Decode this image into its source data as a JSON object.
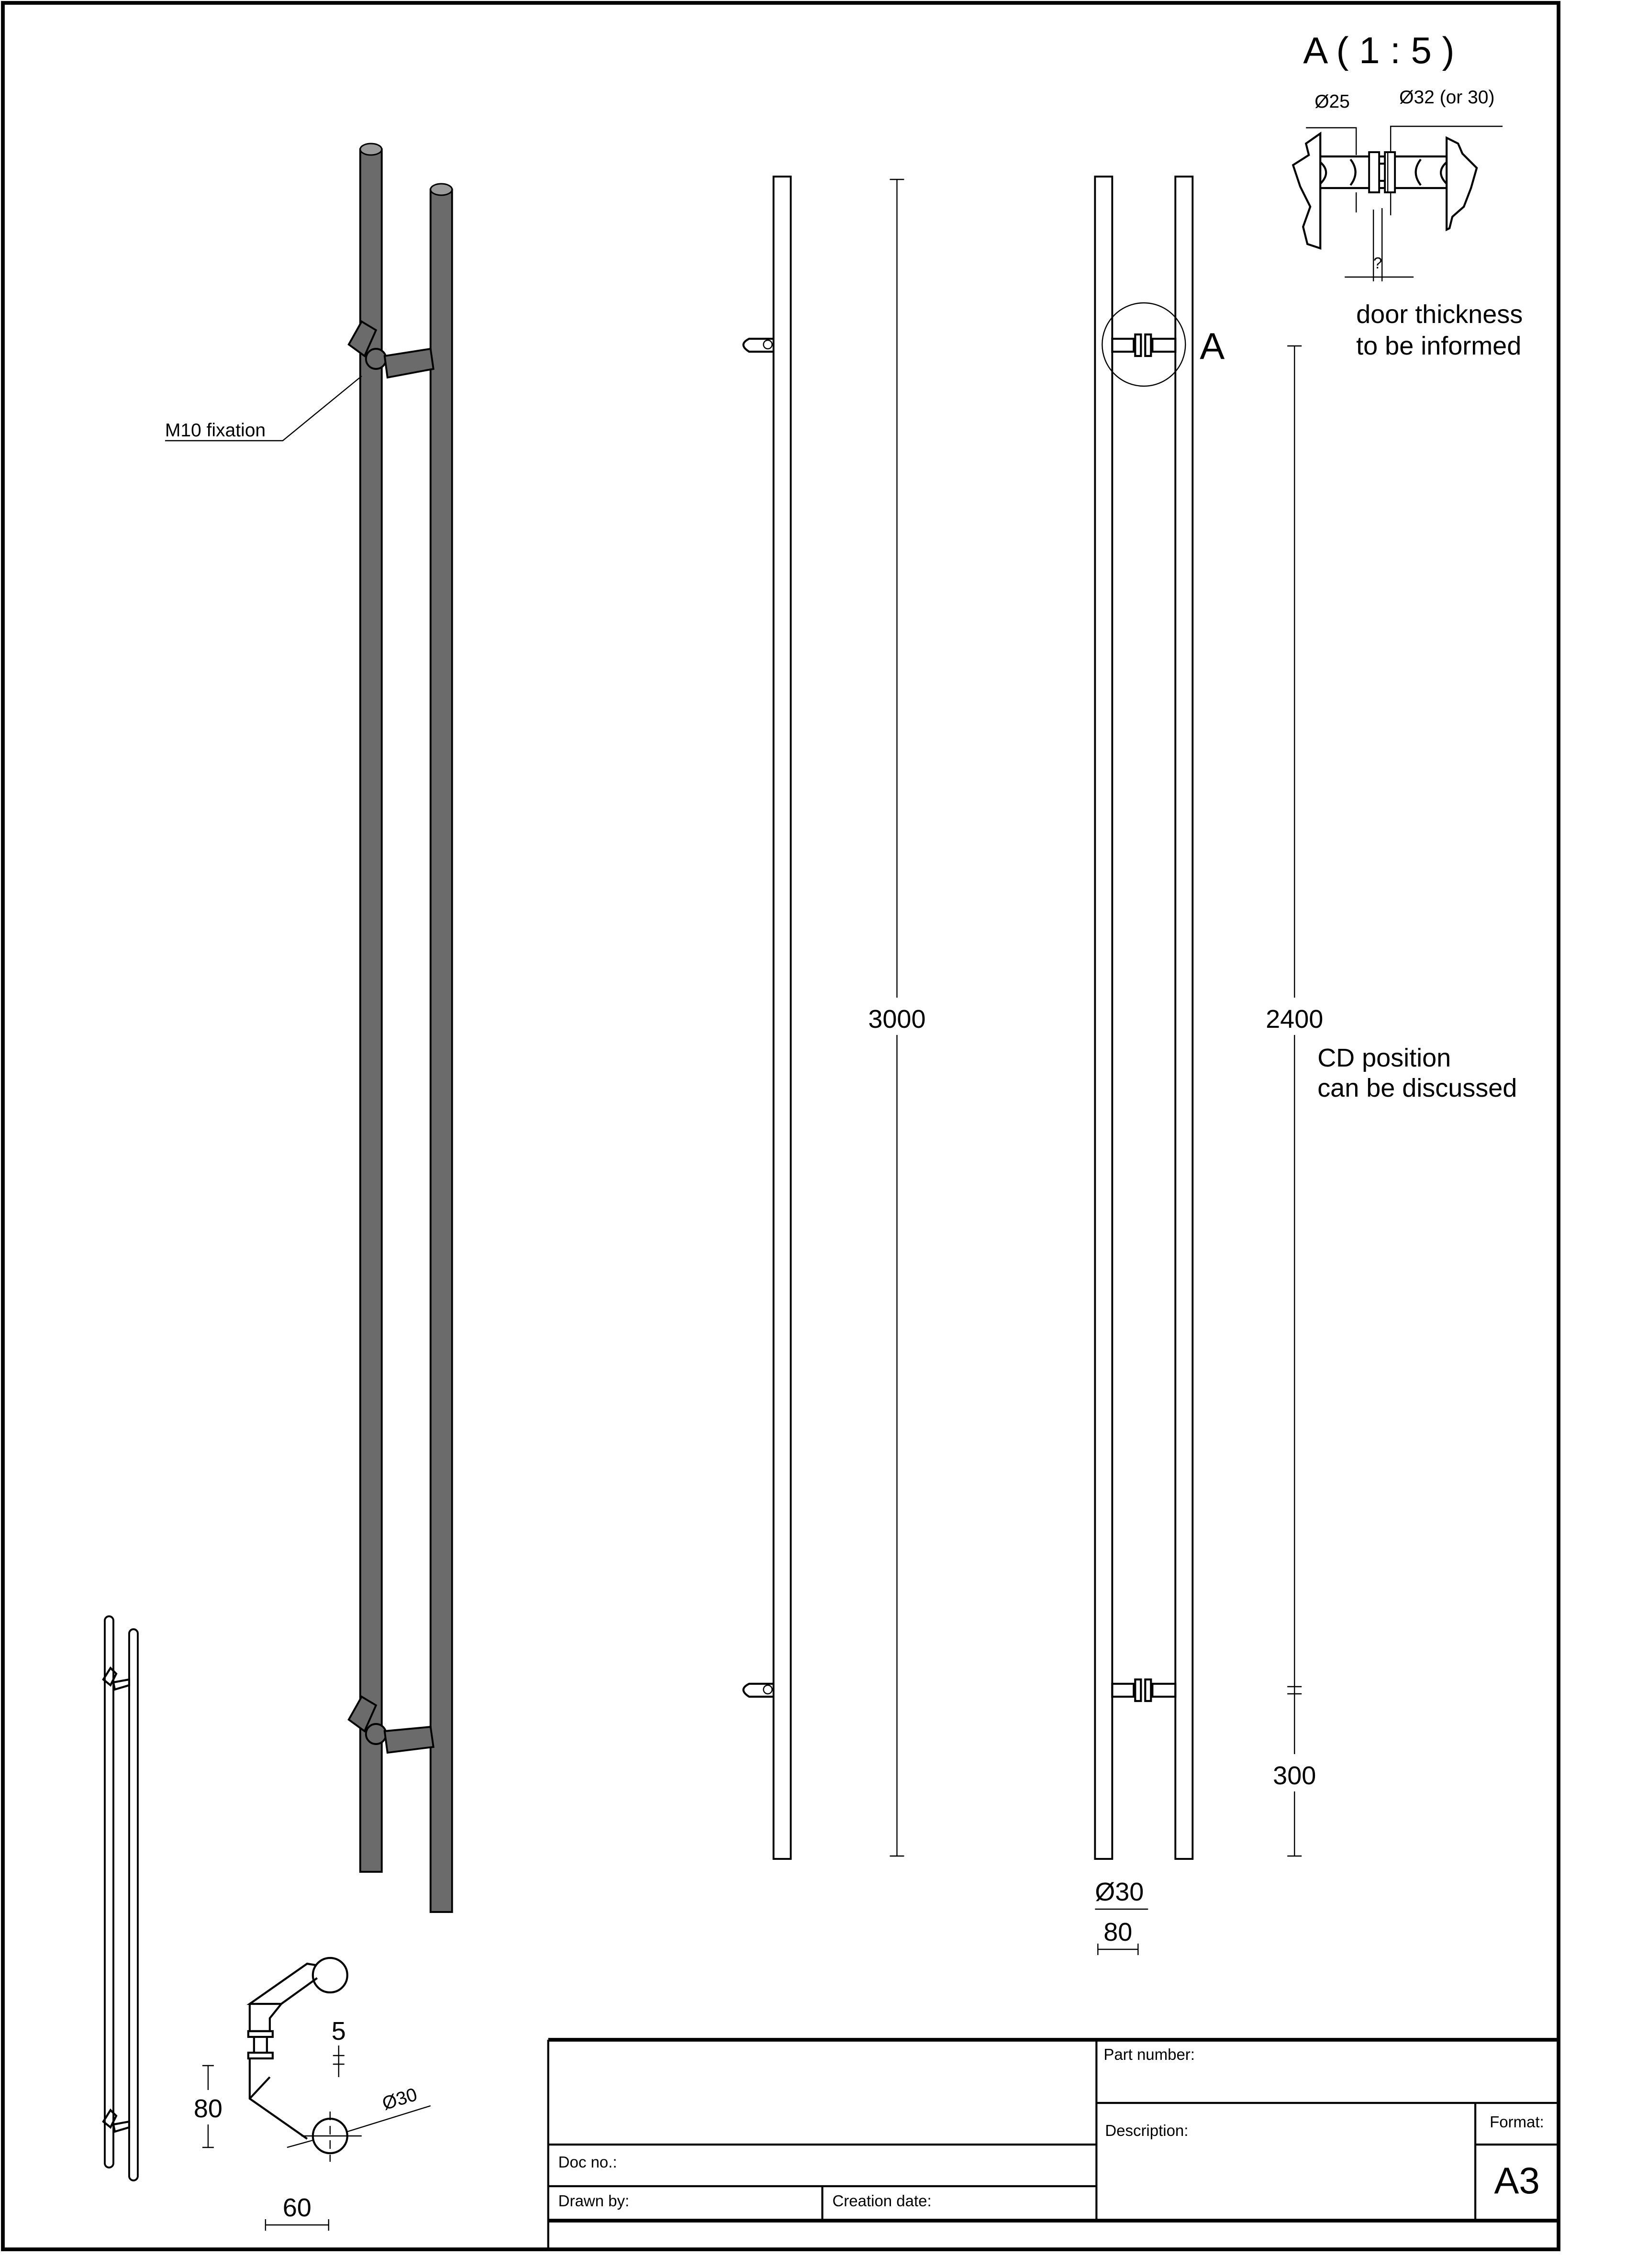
{
  "detail_view": {
    "title": "A ( 1 : 5 )",
    "dia_small": "Ø25",
    "dia_large": "Ø32 (or 30)",
    "gap_label": "?",
    "note_line1": "door thickness",
    "note_line2": "to be informed"
  },
  "iso_view": {
    "fixation_label": "M10 fixation"
  },
  "front_view": {
    "length_dim": "3000"
  },
  "side_view": {
    "detail_marker": "A",
    "cd_dim": "2400",
    "end_dim": "300",
    "diameter_dim": "Ø30",
    "standoff_dim": "80",
    "note_line1": "CD position",
    "note_line2": "can be discussed"
  },
  "top_view": {
    "height_dim": "80",
    "width_dim": "60",
    "gap_dim": "5",
    "diameter_dim": "Ø30"
  },
  "title_block": {
    "part_number_label": "Part number:",
    "description_label": "Description:",
    "format_label": "Format:",
    "format_value": "A3",
    "doc_no_label": "Doc no.:",
    "drawn_by_label": "Drawn by:",
    "creation_date_label": "Creation date:"
  }
}
